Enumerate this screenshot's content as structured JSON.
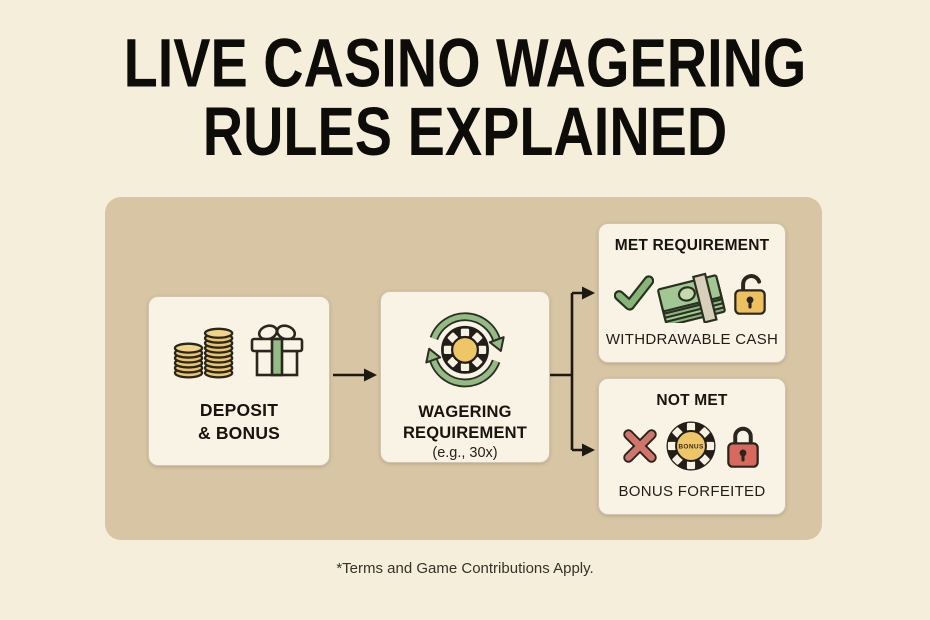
{
  "title": {
    "line1": "LIVE CASINO WAGERING",
    "line2": "RULES EXPLAINED"
  },
  "flow": {
    "deposit_box": {
      "label_line1": "DEPOSIT",
      "label_line2": "& BONUS"
    },
    "wagering_box": {
      "label_line1": "WAGERING",
      "label_line2": "REQUIREMENT",
      "note": "(e.g., 30x)"
    },
    "met_box": {
      "title": "MET REQUIREMENT",
      "caption": "WITHDRAWABLE CASH"
    },
    "not_met_box": {
      "title": "NOT MET",
      "chip_label": "BONUS",
      "caption": "BONUS FORFEITED"
    }
  },
  "footer": {
    "note": "*Terms and Game Contributions Apply."
  },
  "colors": {
    "background": "#f5eeda",
    "panel": "#d8c5a3",
    "card": "#f8f3e5",
    "outline": "#2b261d",
    "coin_gold": "#e9c46c",
    "ribbon_green": "#94bb85",
    "check_green": "#86b577",
    "bill_green": "#a3c794",
    "chip_black": "#221e17",
    "chip_gold": "#eec567",
    "lock_gold": "#eec05f",
    "lock_red": "#d9695f",
    "x_red": "#d0756b"
  }
}
